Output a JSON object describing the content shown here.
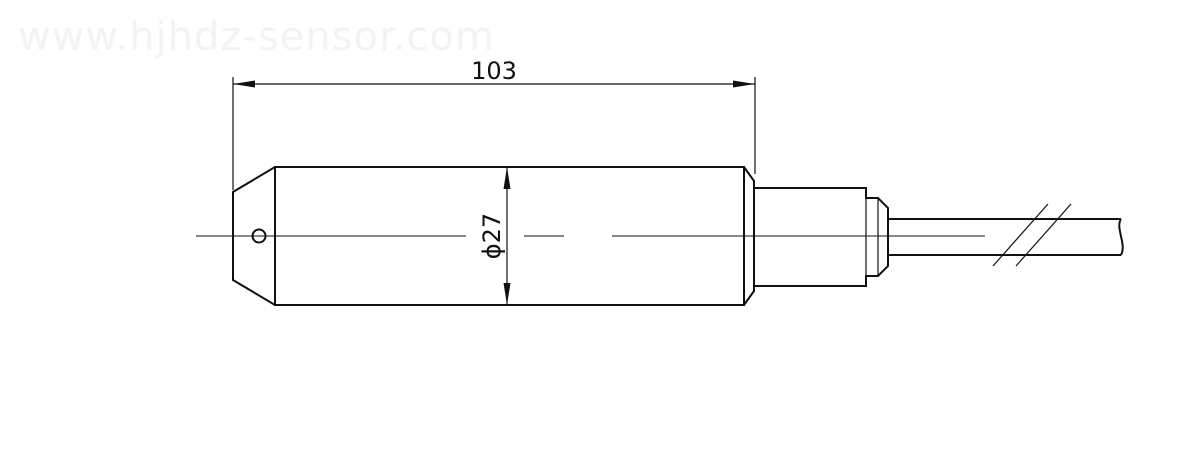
{
  "watermark": "www.hjhdz-sensor.com",
  "dimensions": {
    "length_label": "103",
    "diameter_label": "ϕ27"
  }
}
